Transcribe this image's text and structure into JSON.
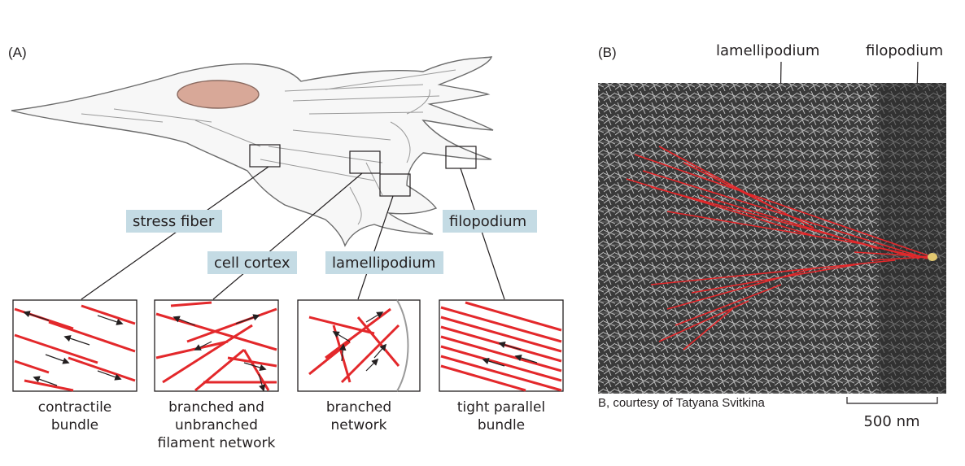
{
  "panel_a": {
    "label": "(A)",
    "tags": {
      "stress_fiber": "stress fiber",
      "cell_cortex": "cell cortex",
      "lamellipodium": "lamellipodium",
      "filopodium": "filopodium"
    },
    "captions": {
      "contractile": [
        "contractile",
        "bundle"
      ],
      "branched_unbranched": [
        "branched and",
        "unbranched",
        "filament network"
      ],
      "branched_network": [
        "branched",
        "network"
      ],
      "tight_parallel": [
        "tight parallel",
        "bundle"
      ]
    }
  },
  "panel_b": {
    "label": "(B)",
    "top_labels": {
      "lamellipodium": "lamellipodium",
      "filopodium": "filopodium"
    },
    "credit": "B, courtesy of Tatyana Svitkina",
    "scale_bar": "500 nm"
  },
  "colors": {
    "actin_red": "#e3282b",
    "tag_blue": "#c4dbe4",
    "nucleus": "#d8a898"
  }
}
